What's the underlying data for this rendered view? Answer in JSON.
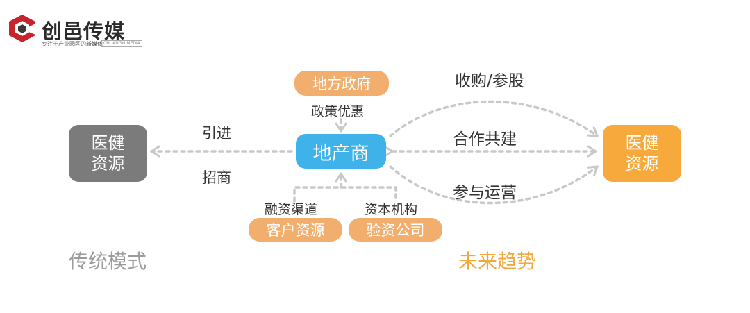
{
  "brand": {
    "name": "创邑传媒",
    "tagline": "专注于产业园区的新媒体",
    "tagline_en": "CHUANGYI MEDIA"
  },
  "nodes": {
    "left_resource": "医健\n资源",
    "right_resource": "医健\n资源",
    "developer": "地产商",
    "local_gov": "地方政府",
    "customer_resources": "客户资源",
    "verification_company": "验资公司"
  },
  "labels": {
    "policy": "政策优惠",
    "import": "引进",
    "attract": "招商",
    "financing_channels": "融资渠道",
    "capital_institutions": "资本机构",
    "acquire": "收购/参股",
    "cooperate": "合作共建",
    "operate": "参与运营"
  },
  "captions": {
    "traditional": "传统模式",
    "future": "未来趋势"
  },
  "colors": {
    "gray_box": "#7b7b7b",
    "blue_box": "#3fb2ea",
    "orange_box": "#f7aa3b",
    "orange_pill": "#f1ae6d",
    "arrow": "#c8c8c8",
    "future_caption": "#f3a83b",
    "traditional_caption": "#9b9b9b",
    "logo_red": "#c8242b"
  }
}
